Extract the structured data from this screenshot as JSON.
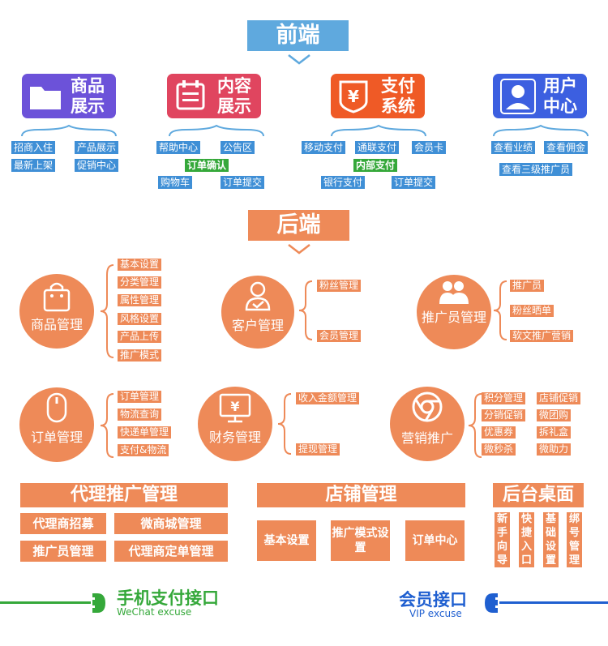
{
  "frontend": {
    "title": "前端",
    "cards": [
      {
        "label": "商品展示",
        "icon": "folder-icon",
        "color": "#6c52d9",
        "tags": [
          "招商入住",
          "产品展示",
          "最新上架",
          "促销中心"
        ]
      },
      {
        "label": "内容展示",
        "icon": "calendar-icon",
        "color": "#e0455f",
        "tags": [
          "帮助中心",
          "公告区",
          "订单确认",
          "购物车",
          "订单提交"
        ]
      },
      {
        "label": "支付系统",
        "icon": "yen-icon",
        "color": "#ef5a26",
        "tags": [
          "移动支付",
          "通联支付",
          "会员卡",
          "内部支付",
          "银行支付",
          "订单提交"
        ]
      },
      {
        "label": "用户中心",
        "icon": "user-icon",
        "color": "#3c5fe0",
        "tags": [
          "查看业绩",
          "查看佣金",
          "查看三级推广员"
        ]
      }
    ]
  },
  "backend": {
    "title": "后端",
    "modules": [
      {
        "label": "商品管理",
        "icon": "bag-icon",
        "items": [
          "基本设置",
          "分类管理",
          "属性管理",
          "风格设置",
          "产品上传",
          "推广模式"
        ]
      },
      {
        "label": "客户管理",
        "icon": "person-check-icon",
        "items": [
          "粉丝管理",
          "会员管理"
        ]
      },
      {
        "label": "推广员管理",
        "icon": "group-icon",
        "items": [
          "推广员",
          "粉丝晒单",
          "软文推广营销"
        ]
      },
      {
        "label": "订单管理",
        "icon": "mouse-icon",
        "items": [
          "订单管理",
          "物流查询",
          "快递单管理",
          "支付&物流"
        ]
      },
      {
        "label": "财务管理",
        "icon": "monitor-yen-icon",
        "items": [
          "收入金额管理",
          "提现管理"
        ]
      },
      {
        "label": "营销推广",
        "icon": "chrome-icon",
        "items": [
          "积分管理",
          "店铺促销",
          "分销促销",
          "微团购",
          "优惠券",
          "拆礼盒",
          "微秒杀",
          "微助力"
        ]
      }
    ]
  },
  "panels": {
    "agent": {
      "title": "代理推广管理",
      "items": [
        "代理商招募",
        "微商城管理",
        "推广员管理",
        "代理商定单管理"
      ]
    },
    "store": {
      "title": "店铺管理",
      "items": [
        "基本设置",
        "推广模式设置",
        "订单中心"
      ]
    },
    "desk": {
      "title": "后台桌面",
      "items": [
        "新手向导",
        "快捷入口",
        "基础设置",
        "绑号管理"
      ]
    }
  },
  "interfaces": {
    "wechat": {
      "title": "手机支付接口",
      "subtitle": "WeChat excuse",
      "color": "#35a83a"
    },
    "vip": {
      "title": "会员接口",
      "subtitle": "VIP excuse",
      "color": "#1f5fd0"
    }
  },
  "colors": {
    "frontend_title": "#5fa9de",
    "backend_orange": "#ee8a58",
    "tag_blue": "#3f8fd6"
  }
}
